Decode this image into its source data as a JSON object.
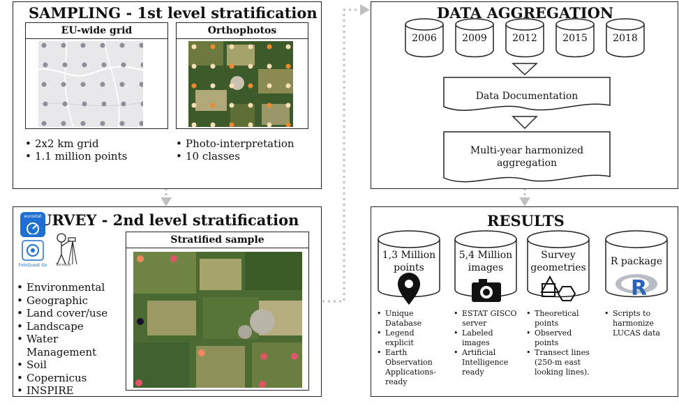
{
  "sampling": {
    "title": "SAMPLING - 1st level stratification",
    "grid_title": "EU-wide grid",
    "ortho_title": "Orthophotos",
    "grid_bullets": [
      "2x2 km grid",
      "1.1 million points"
    ],
    "ortho_bullets": [
      "Photo-interpretation",
      "10 classes"
    ]
  },
  "survey": {
    "title": "SURVEY  - 2nd level stratification",
    "sample_title": "Stratified sample",
    "logo_text": "eurostat",
    "app_caption": "FotoQuest Go",
    "surveyor_caption": "Surveyor",
    "bullets": [
      "Environmental",
      "Geographic",
      "Land cover/use",
      "Landscape",
      "Water Management",
      "Soil",
      "Copernicus",
      "INSPIRE"
    ]
  },
  "aggregation": {
    "title": "DATA AGGREGATION",
    "years": [
      "2006",
      "2009",
      "2012",
      "2015",
      "2018"
    ],
    "doc_label": "Data Documentation",
    "harmonized_line1": "Multi-year harmonized",
    "harmonized_line2": "aggregation"
  },
  "results": {
    "title": "RESULTS",
    "columns": [
      {
        "line1": "1,3 Million",
        "line2": "points",
        "icon": "map-pin-icon",
        "bullets": [
          "Unique Database",
          "Legend explicit",
          "Earth Observation Applications-ready"
        ]
      },
      {
        "line1": "5,4 Million",
        "line2": "images",
        "icon": "camera-icon",
        "bullets": [
          "ESTAT GISCO server",
          "Labeled images",
          "Artificial Intelligence ready"
        ]
      },
      {
        "line1": "Survey",
        "line2": "geometries",
        "icon": "shapes-icon",
        "bullets": [
          "Theoretical points",
          "Observed points",
          "Transect lines (250-m east looking lines)."
        ]
      },
      {
        "line1": "R package",
        "line2": "",
        "icon": "r-logo-icon",
        "bullets": [
          "Scripts to harmonize LUCAS data"
        ]
      }
    ]
  },
  "colors": {
    "arrow": "#c0c0c0",
    "border": "#222222",
    "eurostat_blue": "#1f6fd1",
    "r_blue": "#2b63b8"
  }
}
